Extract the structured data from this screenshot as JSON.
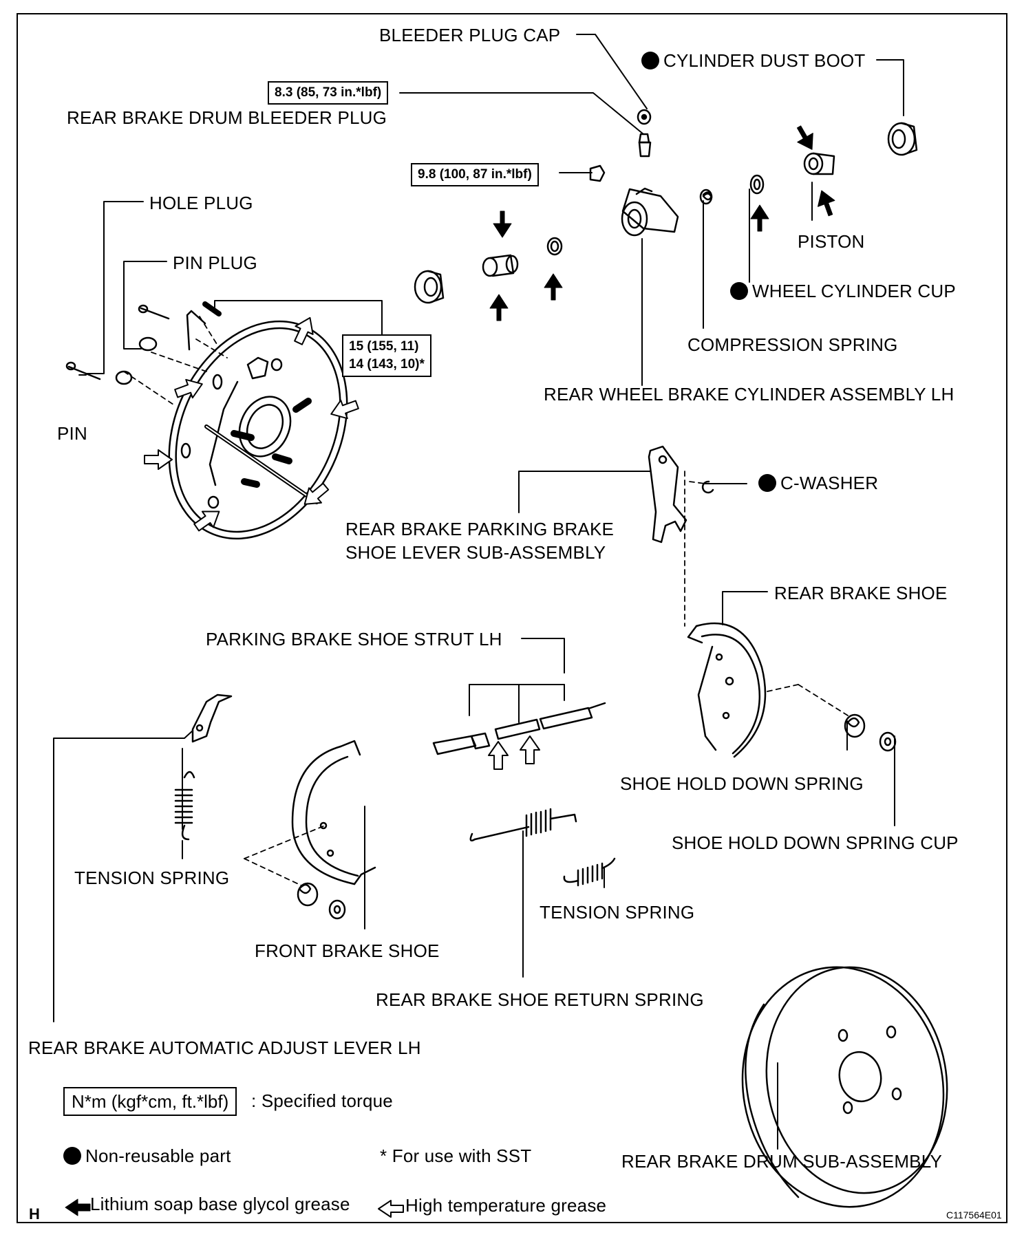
{
  "labels": {
    "bleeder_plug_cap": "BLEEDER PLUG CAP",
    "cylinder_dust_boot": "CYLINDER DUST BOOT",
    "rear_brake_drum_bleeder_plug": "REAR BRAKE DRUM BLEEDER PLUG",
    "hole_plug": "HOLE PLUG",
    "pin_plug": "PIN PLUG",
    "pin": "PIN",
    "piston": "PISTON",
    "wheel_cylinder_cup": "WHEEL CYLINDER CUP",
    "compression_spring": "COMPRESSION SPRING",
    "rear_wheel_brake_cylinder_assembly_lh": "REAR WHEEL BRAKE CYLINDER ASSEMBLY LH",
    "c_washer": "C-WASHER",
    "rear_brake_parking_brake_line1": "REAR BRAKE PARKING BRAKE",
    "rear_brake_parking_brake_line2": "SHOE LEVER SUB-ASSEMBLY",
    "rear_brake_shoe": "REAR BRAKE SHOE",
    "parking_brake_shoe_strut_lh": "PARKING BRAKE SHOE STRUT LH",
    "shoe_hold_down_spring": "SHOE HOLD DOWN SPRING",
    "shoe_hold_down_spring_cup": "SHOE HOLD DOWN SPRING CUP",
    "tension_spring_left": "TENSION SPRING",
    "tension_spring_right": "TENSION SPRING",
    "front_brake_shoe": "FRONT BRAKE SHOE",
    "rear_brake_shoe_return_spring": "REAR BRAKE SHOE RETURN SPRING",
    "rear_brake_automatic_adjust_lever_lh": "REAR BRAKE AUTOMATIC ADJUST LEVER LH",
    "rear_brake_drum_sub_assembly": "REAR BRAKE DRUM SUB-ASSEMBLY"
  },
  "torques": {
    "bleeder": "8.3 (85, 73 in.*lbf)",
    "cylinder_bolt": "9.8 (100, 87 in.*lbf)",
    "backing_plate_line1": "15 (155, 11)",
    "backing_plate_line2": "14 (143, 10)*"
  },
  "legend": {
    "torque_unit_box": "N*m (kgf*cm, ft.*lbf)",
    "torque_unit_text": ": Specified torque",
    "non_reusable": "Non-reusable part",
    "sst_note": "* For use with SST",
    "lithium_grease": "Lithium soap base glycol grease",
    "high_temp_grease": "High temperature grease"
  },
  "footer": {
    "corner_letter": "H",
    "figure_code": "C117564E01"
  }
}
